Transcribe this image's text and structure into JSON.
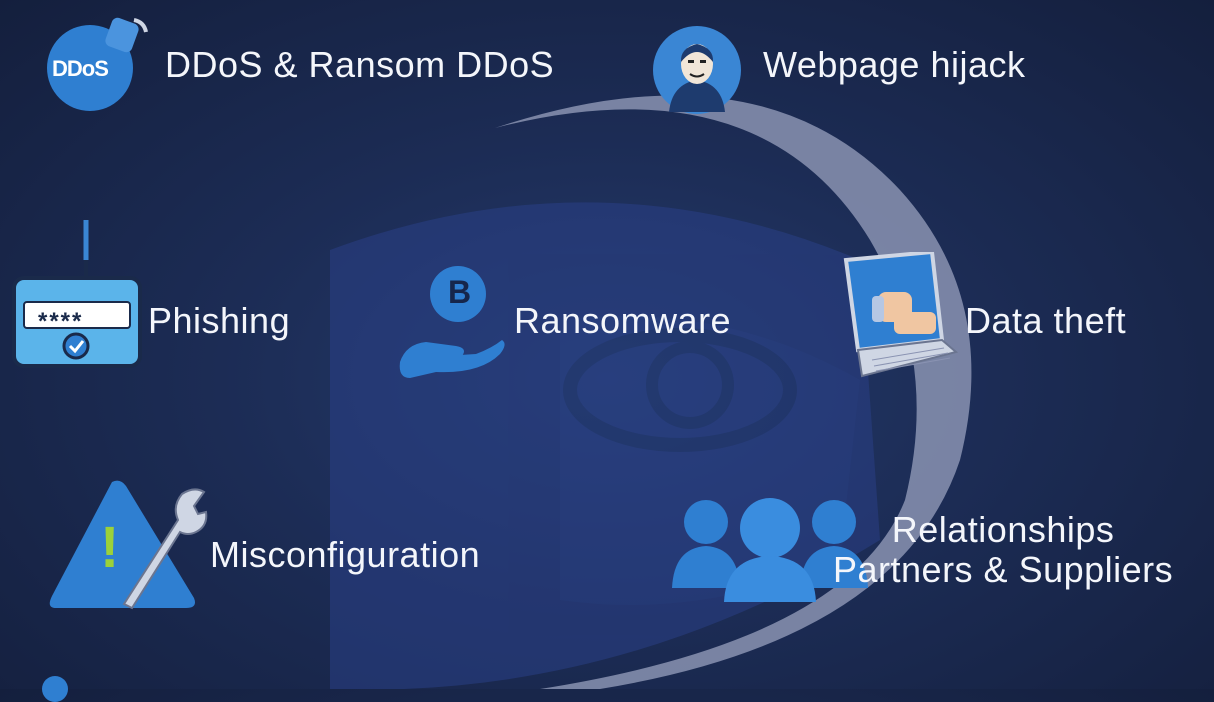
{
  "threats": {
    "ddos": {
      "label": "DDoS & Ransom DDoS",
      "icon_text": "DDoS",
      "icon": "ddos-icon"
    },
    "hijack": {
      "label": "Webpage hijack",
      "icon": "hacker-mask-icon"
    },
    "phishing": {
      "label": "Phishing",
      "icon": "password-hook-icon",
      "icon_text": "****"
    },
    "ransomware": {
      "label": "Ransomware",
      "icon": "bitcoin-hand-icon",
      "icon_text": "B"
    },
    "data_theft": {
      "label": "Data theft",
      "icon": "laptop-hand-icon"
    },
    "misconfiguration": {
      "label": "Misconfiguration",
      "icon": "warning-wrench-icon",
      "icon_text": "!"
    },
    "relationships": {
      "label_line1": "Relationships",
      "label_line2": "Partners & Suppliers",
      "icon": "people-group-icon"
    }
  },
  "colors": {
    "background": "#1c2c55",
    "accent_blue": "#2f7fd1",
    "arc_gray": "#8a93b2",
    "text": "#f4f6fb"
  }
}
